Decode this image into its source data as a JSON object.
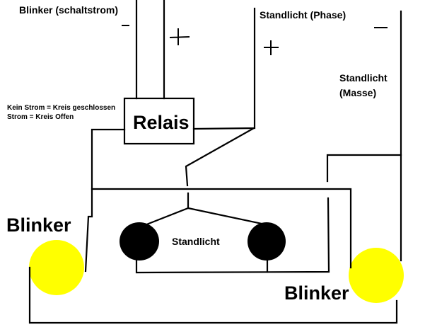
{
  "labels": {
    "blinker_schaltstrom": "Blinker (schaltstrom)",
    "minus_left": "-",
    "plus_left": "+",
    "standlicht_phase": "Standlicht (Phase)",
    "plus_right": "+",
    "minus_right": "-",
    "standlicht_masse_line1": "Standlicht",
    "standlicht_masse_line2": "(Masse)",
    "note_line1": "Kein Strom = Kreis geschlossen",
    "note_line2": "Strom = Kreis Offen",
    "relais": "Relais",
    "standlicht_center": "Standlicht",
    "blinker_left": "Blinker",
    "blinker_right": "Blinker"
  },
  "colors": {
    "blinker_lamp": "#ffff00",
    "standlicht_lamp": "#000000",
    "wire": "#000000",
    "background": "#ffffff"
  }
}
